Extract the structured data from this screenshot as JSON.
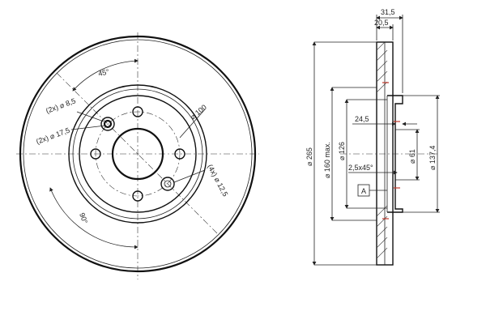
{
  "front_view": {
    "angle_top": "45°",
    "angle_bottom": "90°",
    "holes_small": "(2x) ⌀ 8,5",
    "holes_medium": "(2x) ⌀ 17,5",
    "pcd": "⌀ 100",
    "bolt_holes": "(4x) ⌀ 12,5"
  },
  "side_view": {
    "total_thickness": "31,5",
    "disc_thickness": "20,5",
    "outer_diameter": "⌀ 265",
    "hub_max": "⌀ 160 max.",
    "hub_diameter": "⌀ 126",
    "hub_depth": "24,5",
    "chamfer": "2,5x45°",
    "center_bore": "⌀ 61",
    "hat_diameter": "⌀ 137,4",
    "datum": "A"
  },
  "colors": {
    "line": "#111111",
    "accent": "#c0392b"
  }
}
